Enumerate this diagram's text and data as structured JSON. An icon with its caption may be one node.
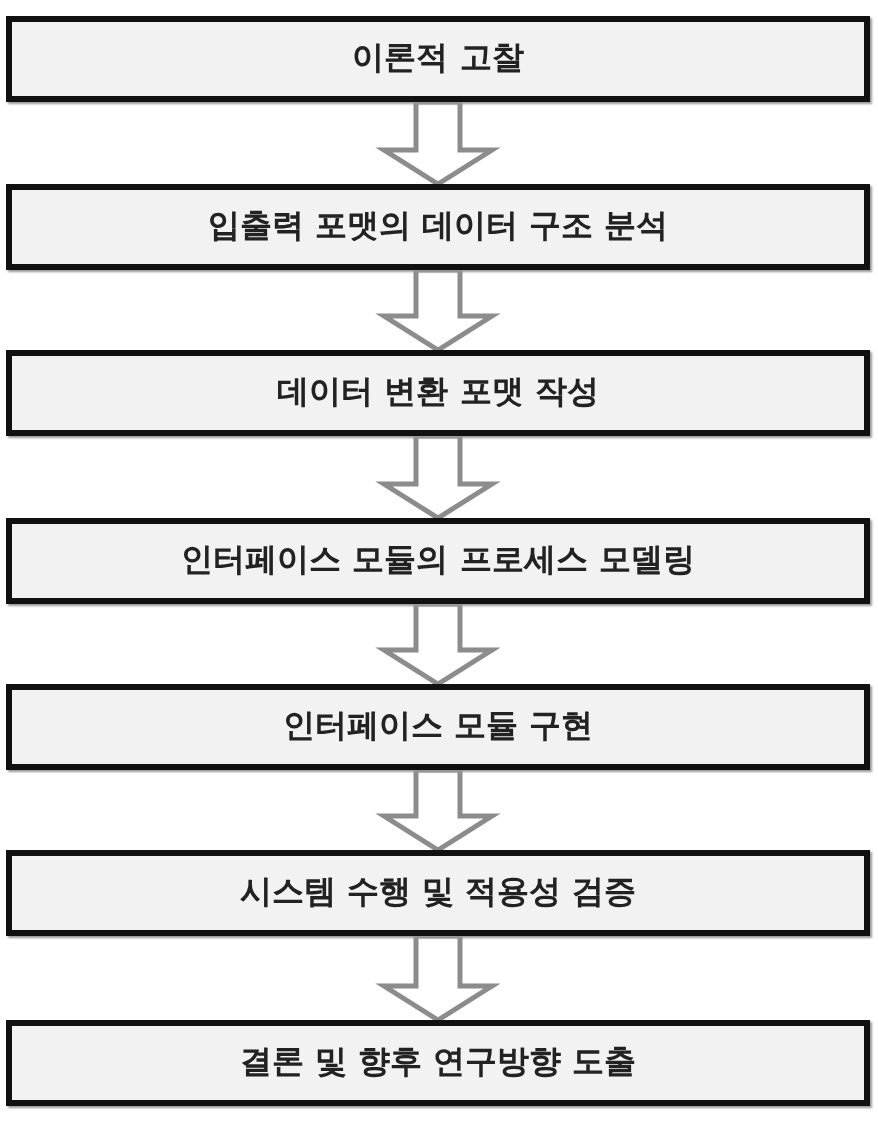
{
  "diagram": {
    "nodes": [
      {
        "text": [
          "이론적 고찰"
        ]
      },
      {
        "text": [
          "입출력 포맷의 데이터 구조 분석"
        ]
      },
      {
        "text": [
          "데이터 변환 포맷 작성"
        ]
      },
      {
        "text": [
          "인터페이스 모듈의 프로세스 모델링"
        ]
      },
      {
        "text": [
          "인터페이스 모듈 구현"
        ]
      },
      {
        "text": [
          "시스템 수행 및 적용성 검증"
        ]
      },
      {
        "text": [
          "결론 및 향후 연구방향 도출"
        ]
      }
    ],
    "edges": [
      {
        "from": 0,
        "to": 1,
        "arrow": "to"
      },
      {
        "from": 1,
        "to": 2,
        "arrow": "to"
      },
      {
        "from": 2,
        "to": 3,
        "arrow": "to"
      },
      {
        "from": 3,
        "to": 4,
        "arrow": "to"
      },
      {
        "from": 4,
        "to": 5,
        "arrow": "to"
      },
      {
        "from": 5,
        "to": 6,
        "arrow": "to"
      }
    ]
  }
}
